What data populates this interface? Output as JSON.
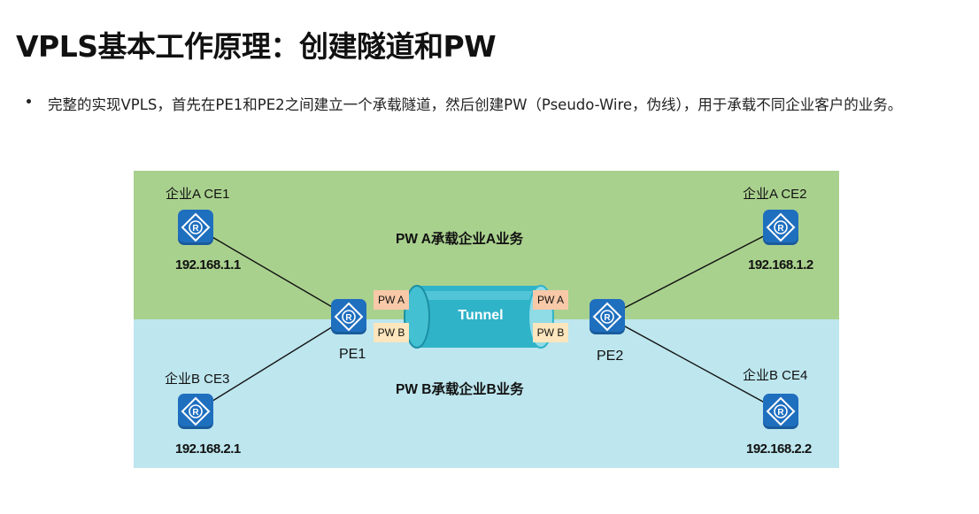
{
  "slide": {
    "title": "VPLS基本工作原理：创建隧道和PW",
    "bullet": "完整的实现VPLS，首先在PE1和PE2之间建立一个承载隧道，然后创建PW（Pseudo-Wire，伪线），用于承载不同企业客户的业务。"
  },
  "diagram": {
    "nodes": {
      "ce1": {
        "name": "企业A CE1",
        "ip": "192.168.1.1"
      },
      "ce2": {
        "name": "企业A CE2",
        "ip": "192.168.1.2"
      },
      "ce3": {
        "name": "企业B CE3",
        "ip": "192.168.2.1"
      },
      "ce4": {
        "name": "企业B CE4",
        "ip": "192.168.2.2"
      },
      "pe1": {
        "name": "PE1"
      },
      "pe2": {
        "name": "PE2"
      }
    },
    "pw_a_label": "PW A承载企业A业务",
    "pw_b_label": "PW B承载企业B业务",
    "tunnel_label": "Tunnel",
    "pw_a": "PW A",
    "pw_b": "PW B",
    "router_glyph": "R",
    "colors": {
      "zone_a": "#a9d18e",
      "zone_b": "#bde6ee",
      "router": "#1f6fbf",
      "tunnel": "#2fb3c9",
      "pw_a": "#f7c9a8",
      "pw_b": "#fde6bd"
    },
    "icons": [
      "router-icon",
      "tunnel-pipe-icon"
    ]
  }
}
